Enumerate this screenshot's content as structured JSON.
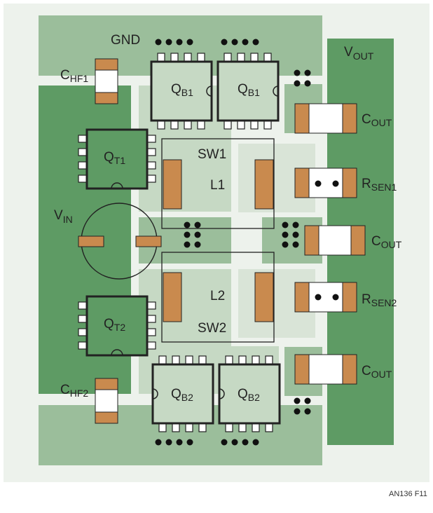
{
  "figure_id": "AN136 F11",
  "colors": {
    "board": "#edf2ec",
    "gnd_plane": "#9bbe9b",
    "light_pad": "#c6d9c4",
    "vin_plane": "#5e9b64",
    "vout_plane": "#5e9b64",
    "inner_plane": "#d9e4d7",
    "capacitor": "#c98a4e",
    "outline": "#222222",
    "via": "#111111"
  },
  "labels": {
    "gnd": "GND",
    "chf1_main": "C",
    "chf1_sub": "HF1",
    "chf2_main": "C",
    "chf2_sub": "HF2",
    "vin_main": "V",
    "vin_sub": "IN",
    "vout_main": "V",
    "vout_sub": "OUT",
    "qt1_main": "Q",
    "qt1_sub": "T1",
    "qt2_main": "Q",
    "qt2_sub": "T2",
    "qb1_main": "Q",
    "qb1_sub": "B1",
    "qb2_main": "Q",
    "qb2_sub": "B2",
    "sw1": "SW1",
    "sw2": "SW2",
    "l1": "L1",
    "l2": "L2",
    "cout_main": "C",
    "cout_sub": "OUT",
    "rsen1_main": "R",
    "rsen1_sub": "SEN1",
    "rsen2_main": "R",
    "rsen2_sub": "SEN2"
  }
}
